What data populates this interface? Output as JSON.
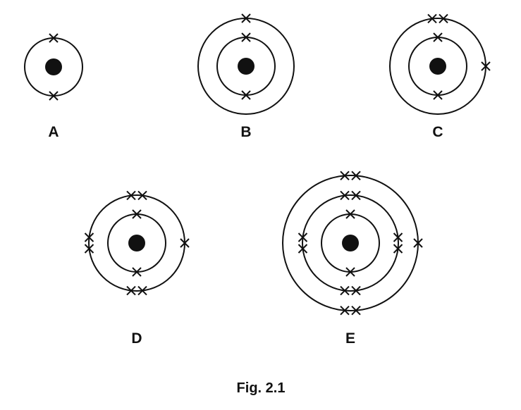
{
  "figure": {
    "caption": "Fig. 2.1",
    "description": "Electron shell diagrams of five atoms A–E; dot = nucleus, × = electron",
    "colors": {
      "ink": "#111111",
      "background": "#ffffff"
    }
  },
  "atoms": [
    {
      "label": "A",
      "shells": [
        {
          "electrons": 2,
          "groups": [
            {
              "position": "top",
              "count": 1
            },
            {
              "position": "bottom",
              "count": 1
            }
          ]
        }
      ]
    },
    {
      "label": "B",
      "shells": [
        {
          "electrons": 2,
          "groups": [
            {
              "position": "top",
              "count": 1
            },
            {
              "position": "bottom",
              "count": 1
            }
          ]
        },
        {
          "electrons": 1,
          "groups": [
            {
              "position": "top",
              "count": 1
            }
          ]
        }
      ]
    },
    {
      "label": "C",
      "shells": [
        {
          "electrons": 2,
          "groups": [
            {
              "position": "top",
              "count": 1
            },
            {
              "position": "bottom",
              "count": 1
            }
          ]
        },
        {
          "electrons": 3,
          "groups": [
            {
              "position": "top",
              "count": 2
            },
            {
              "position": "right",
              "count": 1
            }
          ]
        }
      ]
    },
    {
      "label": "D",
      "shells": [
        {
          "electrons": 2,
          "groups": [
            {
              "position": "top",
              "count": 1
            },
            {
              "position": "bottom",
              "count": 1
            }
          ]
        },
        {
          "electrons": 7,
          "groups": [
            {
              "position": "top",
              "count": 2
            },
            {
              "position": "left",
              "count": 2
            },
            {
              "position": "right",
              "count": 1
            },
            {
              "position": "bottom",
              "count": 2
            }
          ]
        }
      ]
    },
    {
      "label": "E",
      "shells": [
        {
          "electrons": 2,
          "groups": [
            {
              "position": "top",
              "count": 1
            },
            {
              "position": "bottom",
              "count": 1
            }
          ]
        },
        {
          "electrons": 8,
          "groups": [
            {
              "position": "top",
              "count": 2
            },
            {
              "position": "left",
              "count": 2
            },
            {
              "position": "right",
              "count": 2
            },
            {
              "position": "bottom",
              "count": 2
            }
          ]
        },
        {
          "electrons": 5,
          "groups": [
            {
              "position": "top",
              "count": 2
            },
            {
              "position": "right",
              "count": 1
            },
            {
              "position": "bottom",
              "count": 2
            }
          ]
        }
      ]
    }
  ]
}
